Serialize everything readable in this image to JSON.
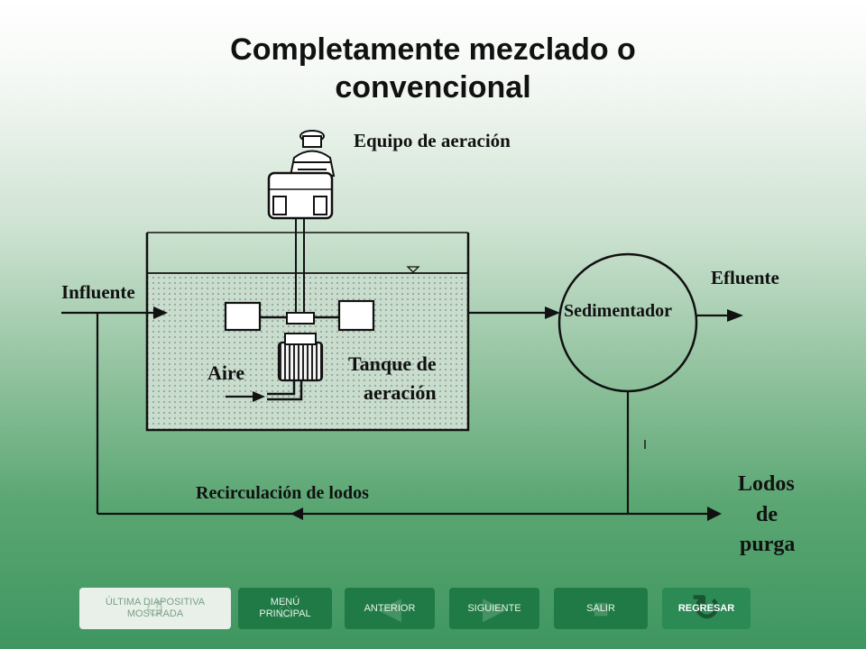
{
  "title": {
    "line1": "Completamente mezclado o",
    "line2": "convencional"
  },
  "diagram": {
    "aeration_equipment": "Equipo de aeración",
    "influent": "Influente",
    "effluent": "Efluente",
    "settler": "Sedimentador",
    "air": "Aire",
    "tank_line1": "Tanque de",
    "tank_line2": "aeración",
    "recirculation": "Recirculación de lodos",
    "purge_line1": "Lodos",
    "purge_line2": "de",
    "purge_line3": "purga"
  },
  "nav": {
    "last_slide": "ÚLTIMA DIAPOSITIVA\nMOSTRADA",
    "main_menu": "MENÚ\nPRINCIPAL",
    "previous": "ANTERIOR",
    "next": "SIGUIENTE",
    "exit": "SALIR",
    "back": "REGRESAR"
  }
}
